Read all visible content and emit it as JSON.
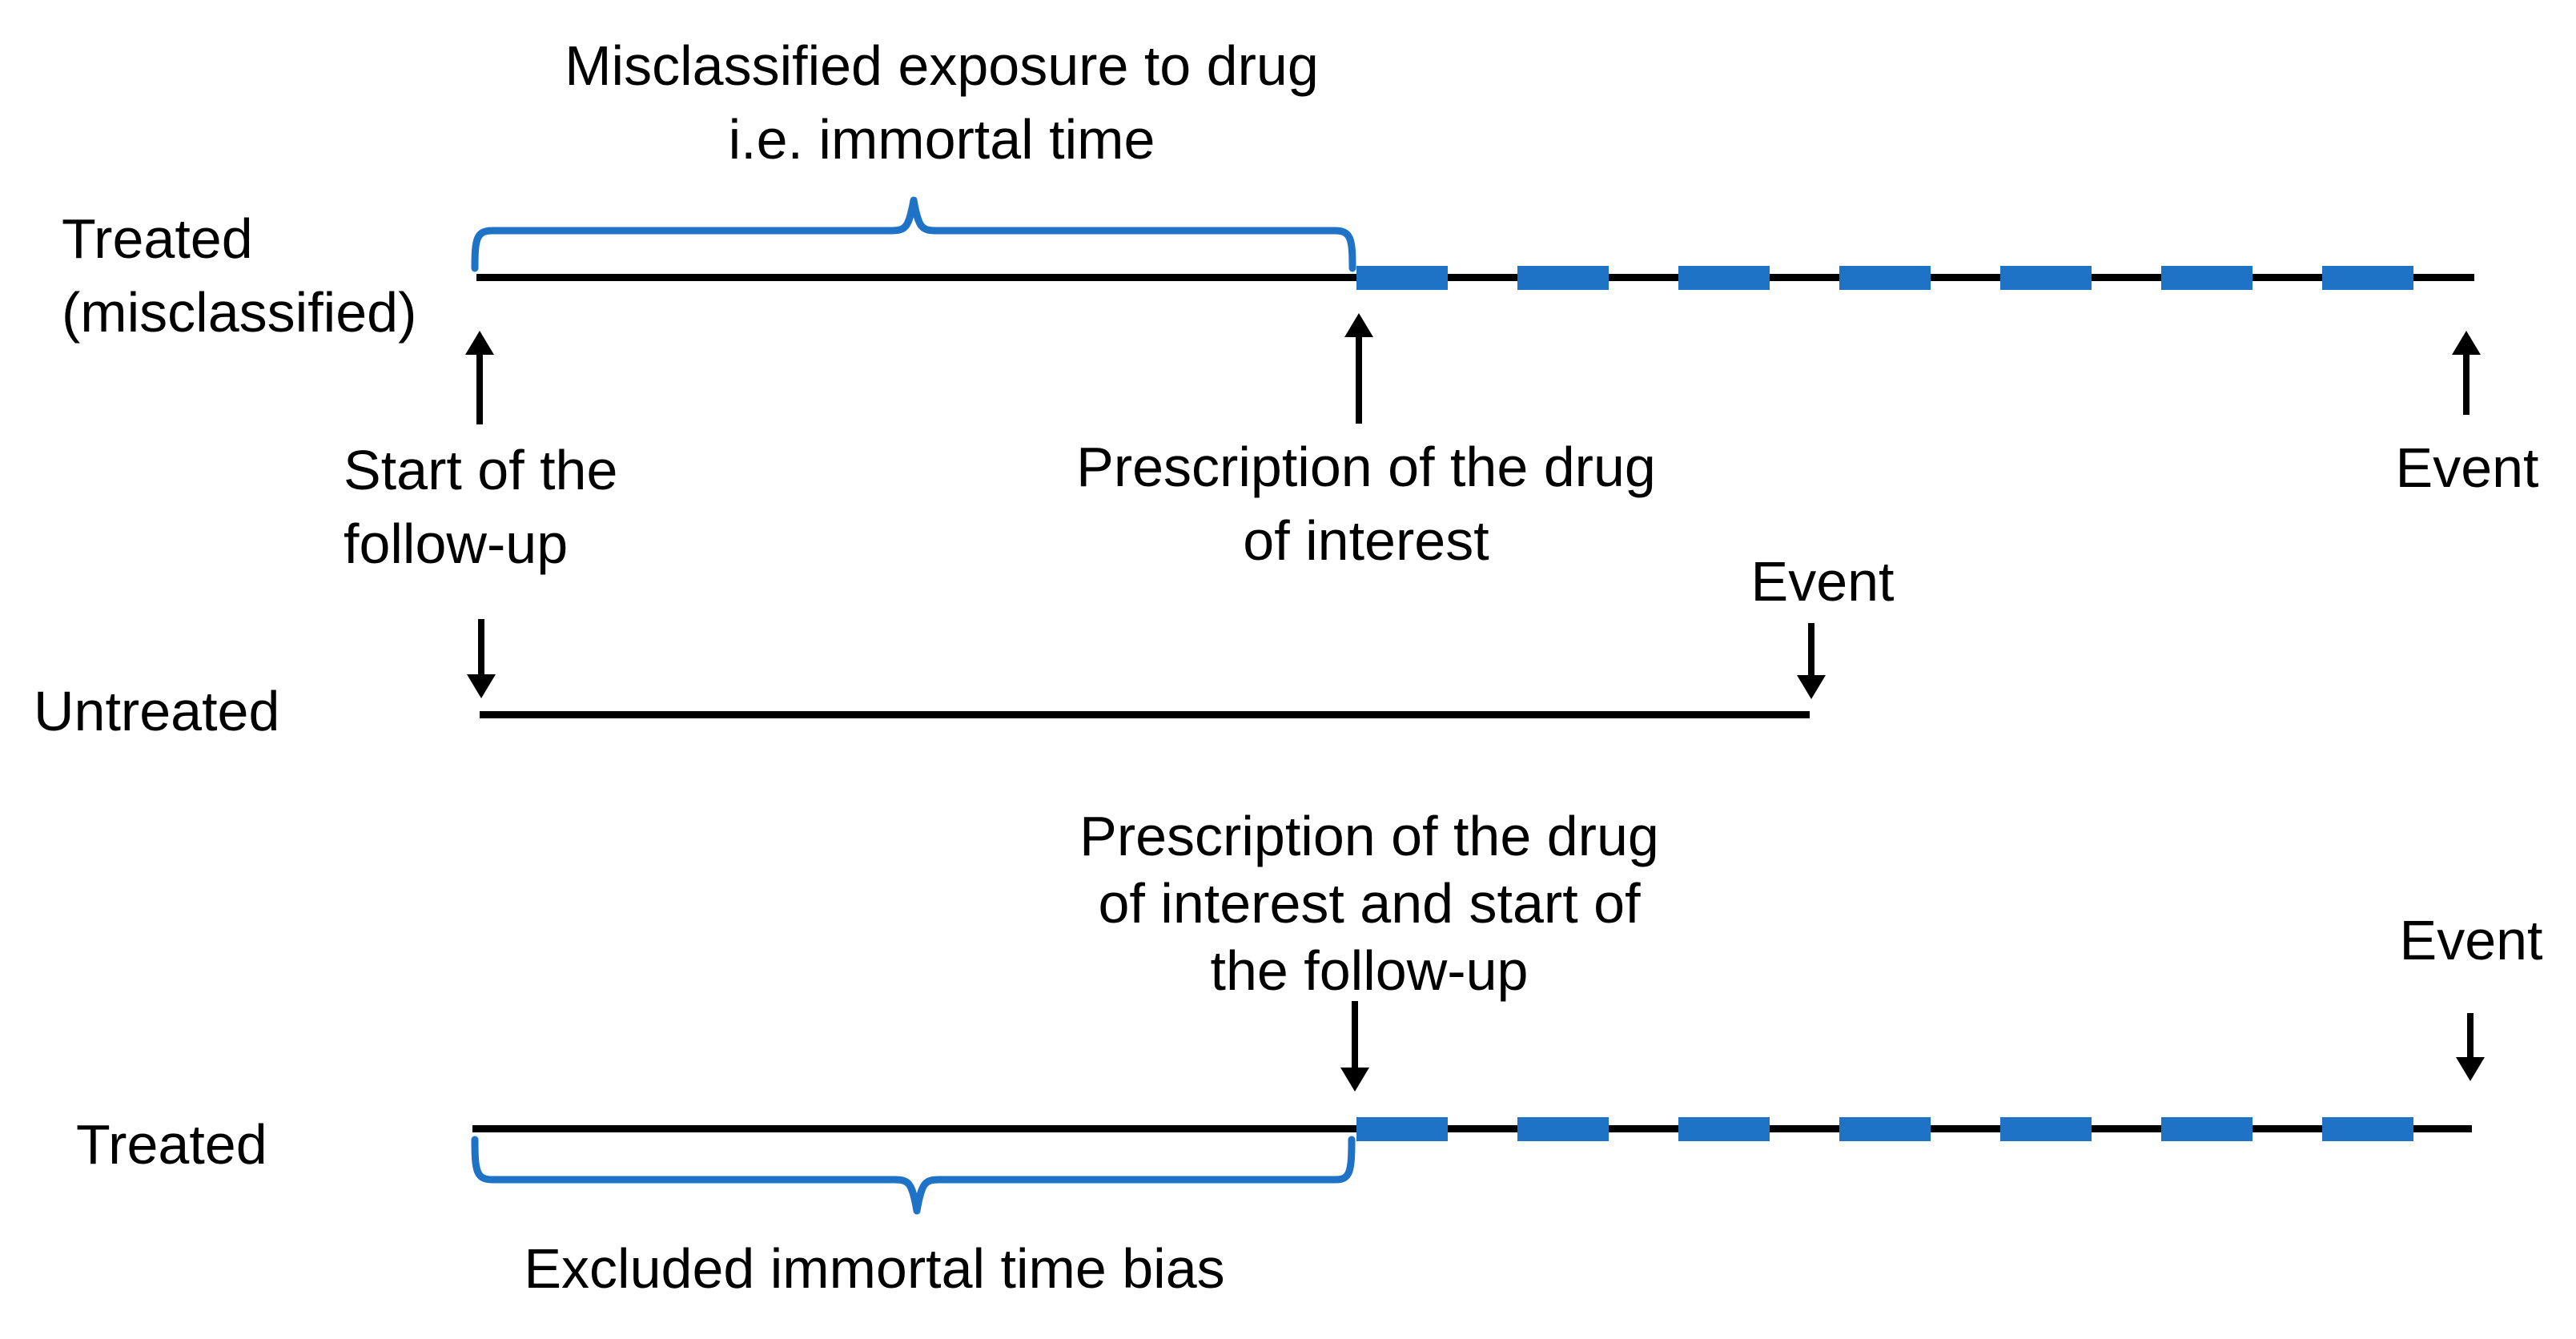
{
  "colors": {
    "black": "#000000",
    "blue": "#1F73C6"
  },
  "top": {
    "row_label_lines": [
      "Treated",
      "(misclassified)"
    ],
    "brace_label_lines": [
      "Misclassified exposure to drug",
      "i.e. immortal time"
    ],
    "start_label_lines": [
      "Start of the",
      "follow-up"
    ],
    "prescription_label_lines": [
      "Prescription of the drug",
      "of interest"
    ],
    "event_label": "Event"
  },
  "middle": {
    "row_label": "Untreated",
    "event_label": "Event"
  },
  "bottom": {
    "row_label": "Treated",
    "prescription_label_lines": [
      "Prescription of the drug",
      "of interest and start of",
      "the follow-up"
    ],
    "event_label": "Event",
    "brace_label": "Excluded immortal time bias"
  }
}
